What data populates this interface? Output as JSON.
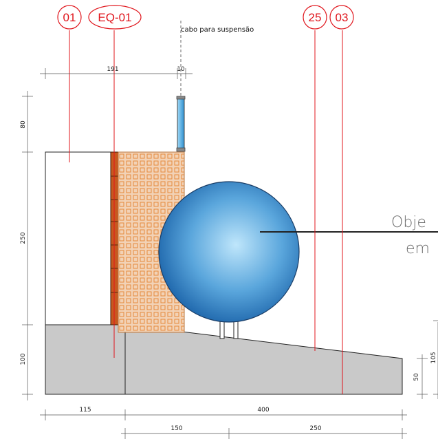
{
  "callouts": {
    "c01": "01",
    "ceq01": "EQ-01",
    "c25": "25",
    "c03": "03"
  },
  "note": "cabo para suspensão",
  "label_object": {
    "line1": "Obje",
    "line2": "em"
  },
  "dimensions": {
    "top_191": "191",
    "top_10": "10",
    "left_80": "80",
    "left_250": "250",
    "left_100": "100",
    "bottom_115": "115",
    "bottom_400": "400",
    "bottom_150": "150",
    "bottom_250": "250",
    "right_50": "50",
    "right_105": "105"
  },
  "colors": {
    "callout": "#e0141b",
    "concrete": "#c9c9c9",
    "brick": "#c8581f",
    "mesh_fill": "#f2d2b6",
    "mesh_grid": "#e58a3c",
    "sphere_light": "#bfe6fb",
    "sphere_dark": "#1a62a8"
  }
}
